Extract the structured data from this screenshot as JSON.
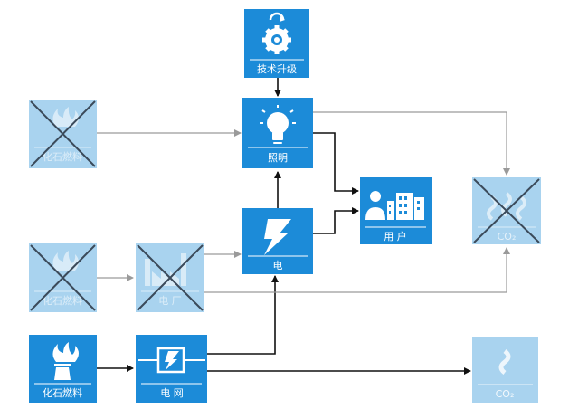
{
  "nodes": {
    "tech_upgrade": {
      "label": "技术升级",
      "icon": "gear-upgrade-icon"
    },
    "lighting": {
      "label": "照明",
      "icon": "lightbulb-icon"
    },
    "electricity": {
      "label": "电",
      "icon": "lightning-icon"
    },
    "users": {
      "label": "用 户",
      "icon": "person-buildings-icon"
    },
    "fossil_fuel_top": {
      "label": "化石燃料",
      "icon": "flame-icon",
      "status": "crossed-out"
    },
    "fossil_fuel_mid": {
      "label": "化石燃料",
      "icon": "flame-icon",
      "status": "crossed-out"
    },
    "power_plant": {
      "label": "电 厂",
      "icon": "factory-icon",
      "status": "crossed-out"
    },
    "fossil_fuel_bottom": {
      "label": "化石燃料",
      "icon": "flame-icon"
    },
    "grid": {
      "label": "电 网",
      "icon": "grid-lightning-icon"
    },
    "co2_top": {
      "label": "CO₂",
      "icon": "smoke-icon",
      "status": "crossed-out"
    },
    "co2_bottom": {
      "label": "CO₂",
      "icon": "smoke-icon"
    }
  },
  "colors": {
    "active_fill": "#1c8bd8",
    "faded_fill": "#a9d3ef",
    "cross_line": "#3b4a5a",
    "active_arrow": "#111111",
    "faded_arrow": "#9a9a9a",
    "icon_white": "#ffffff"
  }
}
